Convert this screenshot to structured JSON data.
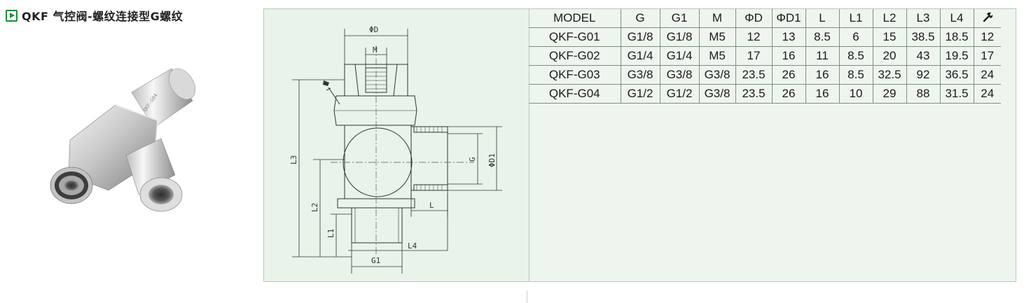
{
  "header": {
    "title": "QKF 气控阀-螺纹连接型G螺纹"
  },
  "drawing": {
    "labels": {
      "phiD": "ΦD",
      "M": "M",
      "L3": "L3",
      "L2": "L2",
      "L1": "L1",
      "G1": "G1",
      "L4": "L4",
      "L": "L",
      "G": "G",
      "phiD1": "ΦD1"
    }
  },
  "product_photo": {
    "engraving": "QKF-G04"
  },
  "table": {
    "headers": [
      "MODEL",
      "G",
      "G1",
      "M",
      "ΦD",
      "ΦD1",
      "L",
      "L1",
      "L2",
      "L3",
      "L4",
      "wrench-icon"
    ],
    "rows": [
      [
        "QKF-G01",
        "G1/8",
        "G1/8",
        "M5",
        "12",
        "13",
        "8.5",
        "6",
        "15",
        "38.5",
        "18.5",
        "12"
      ],
      [
        "QKF-G02",
        "G1/4",
        "G1/4",
        "M5",
        "17",
        "16",
        "11",
        "8.5",
        "20",
        "43",
        "19.5",
        "17"
      ],
      [
        "QKF-G03",
        "G3/8",
        "G3/8",
        "G3/8",
        "23.5",
        "26",
        "16",
        "8.5",
        "32.5",
        "92",
        "36.5",
        "24"
      ],
      [
        "QKF-G04",
        "G1/2",
        "G1/2",
        "G3/8",
        "23.5",
        "26",
        "16",
        "10",
        "29",
        "88",
        "31.5",
        "24"
      ]
    ]
  }
}
